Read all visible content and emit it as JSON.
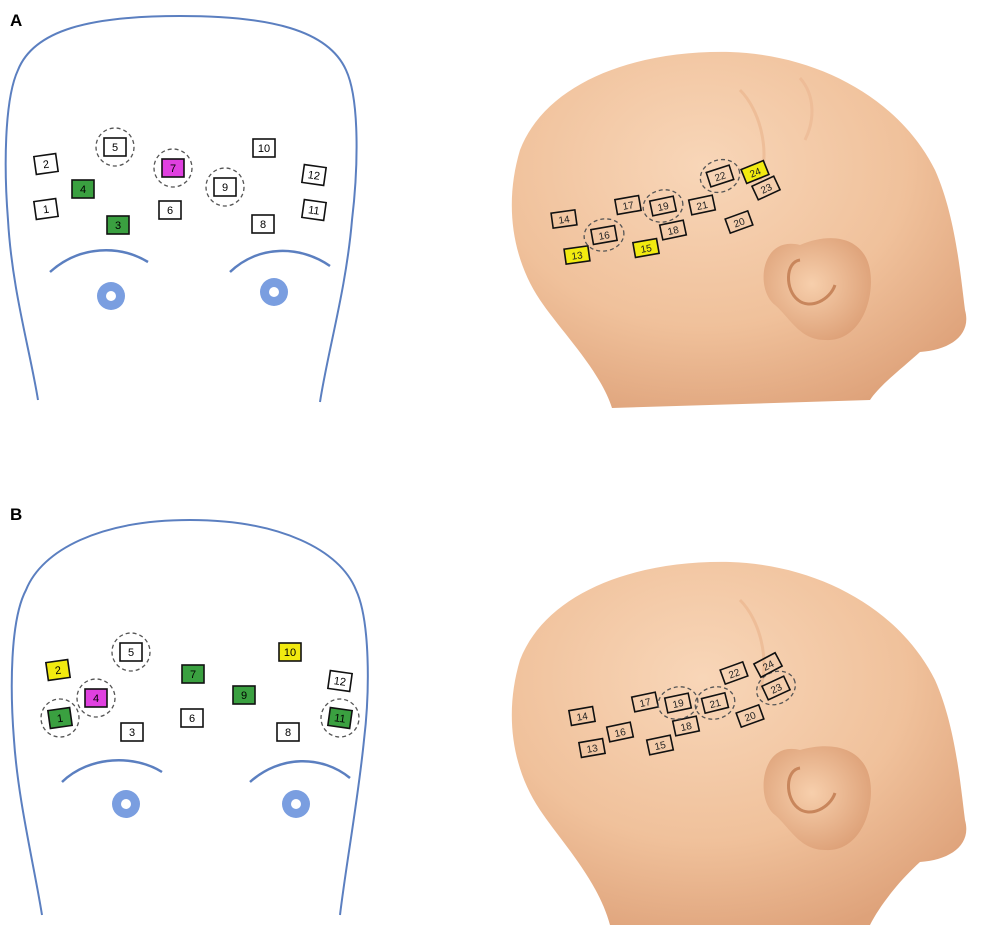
{
  "colors": {
    "outline": "#5b7fc0",
    "eye_fill": "#7a9ee0",
    "active_green": "#3aa040",
    "active_magenta": "#e040e0",
    "active_yellow": "#f2ea10",
    "inactive": "#ffffff",
    "skin": "#f1c7a3"
  },
  "panels": [
    {
      "id": "A",
      "label": "A",
      "front_channels": [
        {
          "n": "1",
          "state": "inactive",
          "circled": false
        },
        {
          "n": "2",
          "state": "inactive",
          "circled": false
        },
        {
          "n": "3",
          "state": "green",
          "circled": false
        },
        {
          "n": "4",
          "state": "green",
          "circled": false
        },
        {
          "n": "5",
          "state": "inactive",
          "circled": true
        },
        {
          "n": "6",
          "state": "inactive",
          "circled": false
        },
        {
          "n": "7",
          "state": "magenta",
          "circled": true
        },
        {
          "n": "8",
          "state": "inactive",
          "circled": false
        },
        {
          "n": "9",
          "state": "inactive",
          "circled": true
        },
        {
          "n": "10",
          "state": "inactive",
          "circled": false
        },
        {
          "n": "11",
          "state": "inactive",
          "circled": false
        },
        {
          "n": "12",
          "state": "inactive",
          "circled": false
        }
      ],
      "side_channels": [
        {
          "n": "13",
          "state": "yellow",
          "circled": false
        },
        {
          "n": "14",
          "state": "inactive",
          "circled": false
        },
        {
          "n": "15",
          "state": "yellow",
          "circled": false
        },
        {
          "n": "16",
          "state": "inactive",
          "circled": true
        },
        {
          "n": "17",
          "state": "inactive",
          "circled": false
        },
        {
          "n": "18",
          "state": "inactive",
          "circled": false
        },
        {
          "n": "19",
          "state": "inactive",
          "circled": true
        },
        {
          "n": "20",
          "state": "inactive",
          "circled": false
        },
        {
          "n": "21",
          "state": "inactive",
          "circled": false
        },
        {
          "n": "22",
          "state": "inactive",
          "circled": true
        },
        {
          "n": "23",
          "state": "inactive",
          "circled": false
        },
        {
          "n": "24",
          "state": "yellow",
          "circled": false
        }
      ]
    },
    {
      "id": "B",
      "label": "B",
      "front_channels": [
        {
          "n": "1",
          "state": "green",
          "circled": true
        },
        {
          "n": "2",
          "state": "yellow",
          "circled": false
        },
        {
          "n": "3",
          "state": "inactive",
          "circled": false
        },
        {
          "n": "4",
          "state": "magenta",
          "circled": true
        },
        {
          "n": "5",
          "state": "inactive",
          "circled": true
        },
        {
          "n": "6",
          "state": "inactive",
          "circled": false
        },
        {
          "n": "7",
          "state": "green",
          "circled": false
        },
        {
          "n": "8",
          "state": "inactive",
          "circled": false
        },
        {
          "n": "9",
          "state": "green",
          "circled": false
        },
        {
          "n": "10",
          "state": "yellow",
          "circled": false
        },
        {
          "n": "11",
          "state": "green",
          "circled": true
        },
        {
          "n": "12",
          "state": "inactive",
          "circled": false
        }
      ],
      "side_channels": [
        {
          "n": "13",
          "state": "inactive",
          "circled": false
        },
        {
          "n": "14",
          "state": "inactive",
          "circled": false
        },
        {
          "n": "15",
          "state": "inactive",
          "circled": false
        },
        {
          "n": "16",
          "state": "inactive",
          "circled": false
        },
        {
          "n": "17",
          "state": "inactive",
          "circled": false
        },
        {
          "n": "18",
          "state": "inactive",
          "circled": false
        },
        {
          "n": "19",
          "state": "inactive",
          "circled": true
        },
        {
          "n": "20",
          "state": "inactive",
          "circled": false
        },
        {
          "n": "21",
          "state": "inactive",
          "circled": true
        },
        {
          "n": "22",
          "state": "inactive",
          "circled": false
        },
        {
          "n": "23",
          "state": "inactive",
          "circled": true
        },
        {
          "n": "24",
          "state": "inactive",
          "circled": false
        }
      ]
    }
  ]
}
